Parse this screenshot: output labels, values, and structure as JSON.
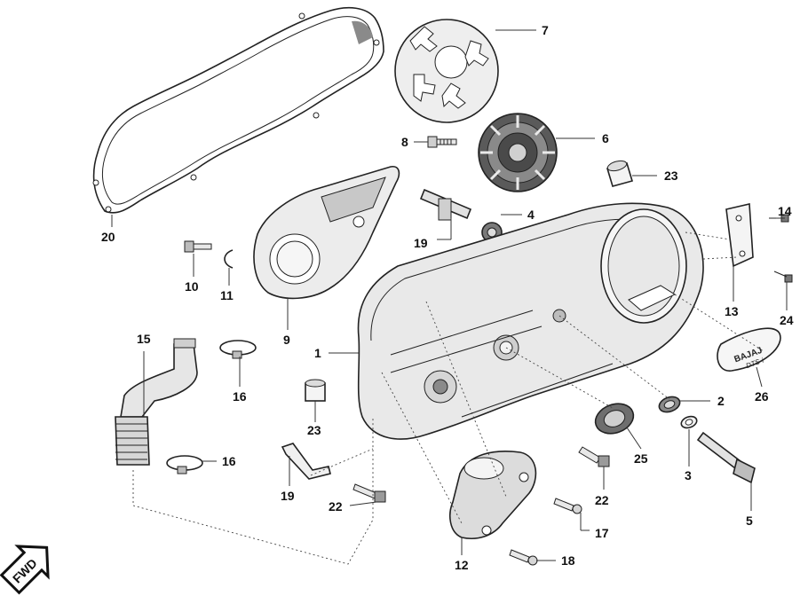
{
  "callouts": [
    {
      "id": "1",
      "label": "1"
    },
    {
      "id": "2",
      "label": "2"
    },
    {
      "id": "3",
      "label": "3"
    },
    {
      "id": "4",
      "label": "4"
    },
    {
      "id": "5",
      "label": "5"
    },
    {
      "id": "6",
      "label": "6"
    },
    {
      "id": "7",
      "label": "7"
    },
    {
      "id": "8",
      "label": "8"
    },
    {
      "id": "9",
      "label": "9"
    },
    {
      "id": "10",
      "label": "10"
    },
    {
      "id": "11",
      "label": "11"
    },
    {
      "id": "12",
      "label": "12"
    },
    {
      "id": "13",
      "label": "13"
    },
    {
      "id": "14",
      "label": "14"
    },
    {
      "id": "15",
      "label": "15"
    },
    {
      "id": "16a",
      "label": "16"
    },
    {
      "id": "16b",
      "label": "16"
    },
    {
      "id": "17",
      "label": "17"
    },
    {
      "id": "18",
      "label": "18"
    },
    {
      "id": "19",
      "label": "19"
    },
    {
      "id": "20",
      "label": "20"
    },
    {
      "id": "21",
      "label": "21"
    },
    {
      "id": "22a",
      "label": "22"
    },
    {
      "id": "22b",
      "label": "22"
    },
    {
      "id": "23a",
      "label": "23"
    },
    {
      "id": "23b",
      "label": "23"
    },
    {
      "id": "24",
      "label": "24"
    },
    {
      "id": "25",
      "label": "25"
    },
    {
      "id": "26",
      "label": "26"
    }
  ],
  "emblem": {
    "brand": "BAJAJ",
    "model": "DTS-i"
  },
  "direction_badge": {
    "text": "FWD"
  },
  "colors": {
    "ink": "#222222",
    "cover_fill": "#e6e6e6",
    "shade": "#6e6e6e"
  }
}
